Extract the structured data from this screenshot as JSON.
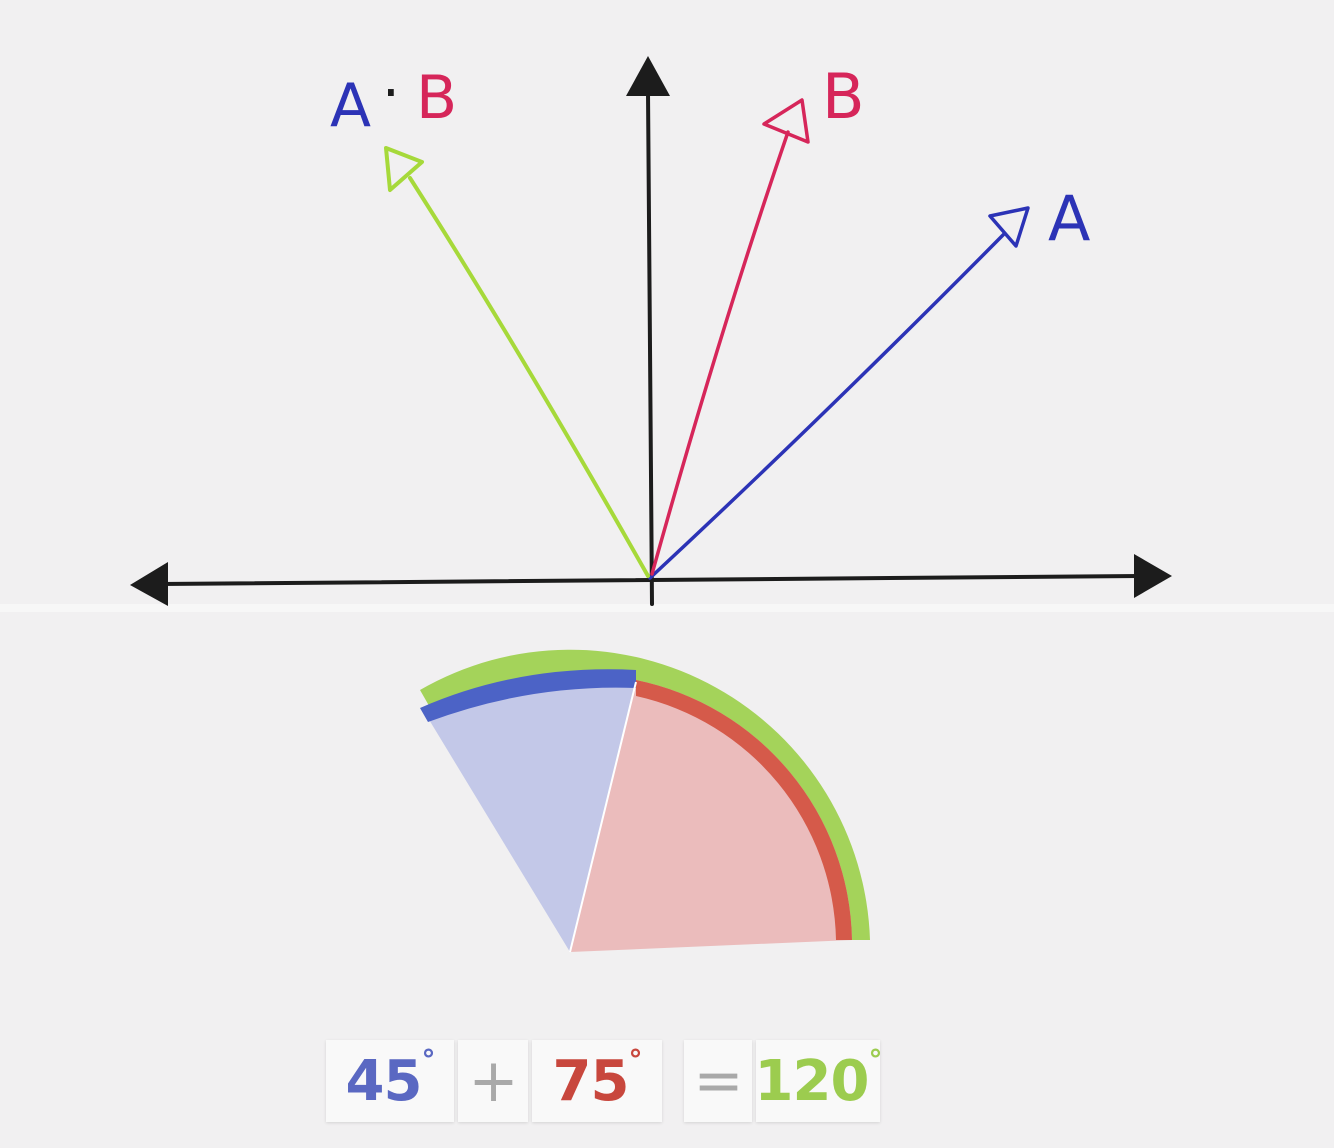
{
  "labels": {
    "vector_a": "A",
    "vector_b": "B",
    "sum_a": "A",
    "sum_dot": "·",
    "sum_b": "B"
  },
  "equation": {
    "term1_value": "45",
    "term1_unit": "°",
    "plus": "+",
    "term2_value": "75",
    "term2_unit": "°",
    "equals": "=",
    "result_value": "120",
    "result_unit": "°"
  },
  "colors": {
    "a": "#2c33b6",
    "b": "#d6265a",
    "sum": "#a6d93a",
    "axes": "#1c1c1c",
    "wedge_a_fill": "#c3c8e8",
    "wedge_a_arc": "#4c63c6",
    "wedge_b_fill": "#ebbcbc",
    "wedge_b_arc": "#d55a4a",
    "wedge_sum_arc": "#a4d35a",
    "text_a": "#5a68c2",
    "text_b": "#c8473d",
    "text_sum": "#9ccc4f"
  }
}
